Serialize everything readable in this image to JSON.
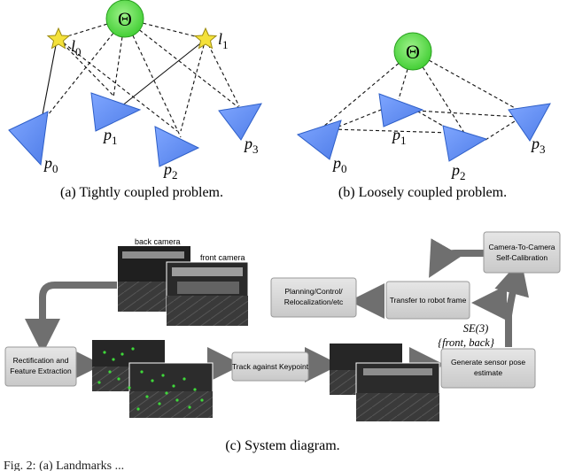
{
  "graph_a": {
    "theta": "Θ",
    "landmarks": [
      {
        "base": "l",
        "sub": "0"
      },
      {
        "base": "l",
        "sub": "1"
      }
    ],
    "poses": [
      {
        "base": "p",
        "sub": "0"
      },
      {
        "base": "p",
        "sub": "1"
      },
      {
        "base": "p",
        "sub": "2"
      },
      {
        "base": "p",
        "sub": "3"
      }
    ],
    "caption": "(a) Tightly coupled problem."
  },
  "graph_b": {
    "theta": "Θ",
    "poses": [
      {
        "base": "p",
        "sub": "0"
      },
      {
        "base": "p",
        "sub": "1"
      },
      {
        "base": "p",
        "sub": "2"
      },
      {
        "base": "p",
        "sub": "3"
      }
    ],
    "caption": "(b) Loosely coupled problem."
  },
  "system": {
    "back_camera_label": "back camera",
    "front_camera_label": "front camera",
    "boxes": {
      "rectification": [
        "Rectification and",
        "Feature Extraction"
      ],
      "track": [
        "Track against Keypoint"
      ],
      "generate": [
        "Generate sensor pose",
        "estimate"
      ],
      "transfer": [
        "Transfer to robot frame"
      ],
      "planning": [
        "Planning/Control/",
        "Relocalization/etc"
      ],
      "calibration": [
        "Camera-To-Camera",
        "Self-Calibration"
      ]
    },
    "se3_label": "SE(3)",
    "front_back_label": "{front, back}",
    "caption": "(c) System diagram."
  },
  "footer_text": "Fig. 2: (a) Landmarks ..."
}
